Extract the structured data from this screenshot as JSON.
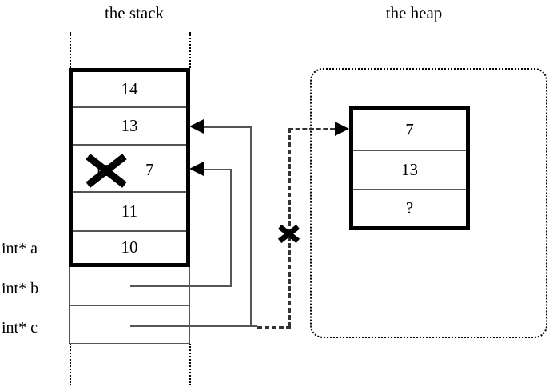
{
  "diagram": {
    "title_stack": "the stack",
    "title_heap": "the heap"
  },
  "stack": {
    "label_a": "int* a",
    "label_b": "int* b",
    "label_c": "int* c",
    "cells": [
      {
        "value": "14"
      },
      {
        "value": "13"
      },
      {
        "value": "12",
        "struck": true,
        "new_value": "7"
      },
      {
        "value": "11"
      },
      {
        "value": "10"
      }
    ],
    "pointer_cells": [
      {
        "name": "b",
        "value": ""
      },
      {
        "name": "c",
        "value": ""
      }
    ]
  },
  "heap": {
    "cells": [
      {
        "value": "7"
      },
      {
        "value": "13"
      },
      {
        "value": "?"
      }
    ]
  },
  "annotations": {
    "strike_stack_value": "×",
    "strike_heap_pointer": "×"
  },
  "colors": {
    "stroke": "#000000",
    "thin_stroke": "#555555",
    "background": "#ffffff"
  }
}
